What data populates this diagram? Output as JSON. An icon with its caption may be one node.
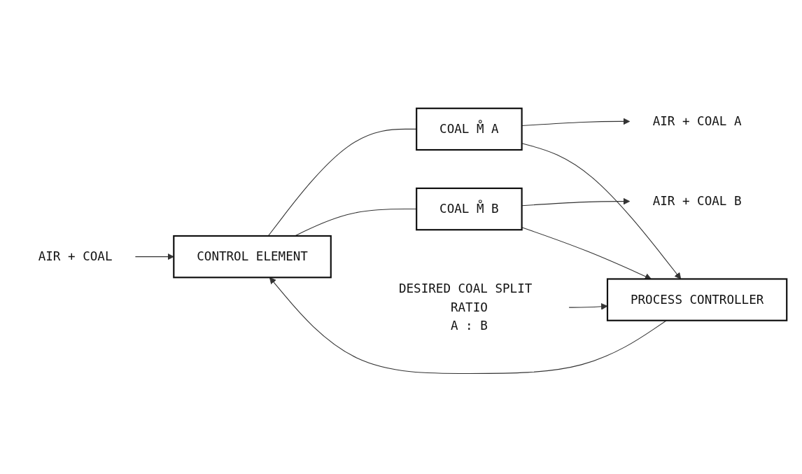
{
  "diagram": {
    "nodes": [
      {
        "text": [
          "AIR + COAL"
        ]
      },
      {
        "text": [
          "CONTROL ELEMENT"
        ]
      },
      {
        "text": [
          "PROCESS CONTROLLER"
        ]
      },
      {
        "text": [
          "COAL M̊ A"
        ]
      },
      {
        "text": [
          "COAL M̊ B"
        ]
      },
      {
        "text": [
          "AIR + COAL A"
        ]
      },
      {
        "text": [
          "AIR + COAL B"
        ]
      },
      {
        "text": [
          "DESIRED COAL SPLIT RATIO"
        ],
        "beside": [
          "A : B"
        ]
      }
    ],
    "edges": [
      {
        "from": 0,
        "to": 1,
        "arrow": "to"
      },
      {
        "from": 1,
        "to": 3,
        "arrow": "none"
      },
      {
        "from": 3,
        "to": 5,
        "arrow": "to"
      },
      {
        "from": 1,
        "to": 4,
        "arrow": "none"
      },
      {
        "from": 4,
        "to": 6,
        "arrow": "to"
      },
      {
        "from": 2,
        "to": 1,
        "arrow": "to"
      },
      {
        "from": 3,
        "to": 2,
        "arrow": "to"
      },
      {
        "from": 4,
        "to": 2,
        "arrow": "to"
      },
      {
        "from": 7,
        "to": 2,
        "arrow": "to"
      }
    ]
  }
}
